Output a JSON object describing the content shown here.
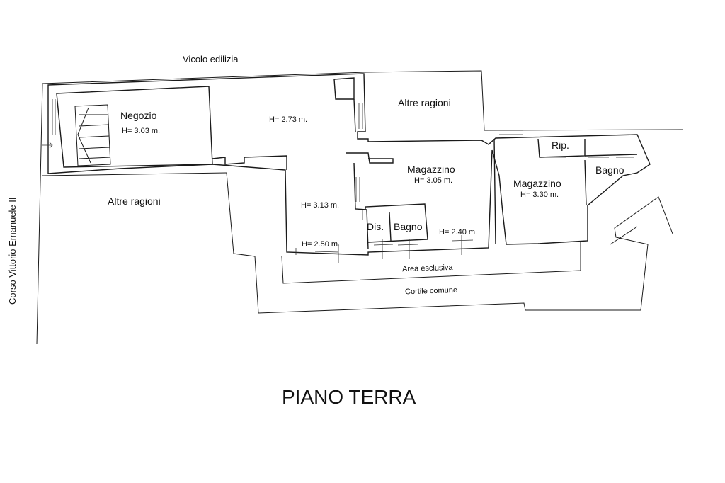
{
  "streets": {
    "north": "Vicolo edilizia",
    "west": "Corso Vittorio Emanuele II"
  },
  "rooms": {
    "negozio": {
      "name": "Negozio",
      "height": "H= 3.03 m."
    },
    "central_top": {
      "height": "H= 2.73 m."
    },
    "central_low": {
      "height": "H= 3.13 m."
    },
    "low_bay": {
      "height": "H= 2.50 m."
    },
    "magazzino1": {
      "name": "Magazzino",
      "height": "H= 3.05 m."
    },
    "magazzino2": {
      "name": "Magazzino",
      "height": "H= 3.30 m."
    },
    "dis": {
      "name": "Dis."
    },
    "bagno1": {
      "name": "Bagno"
    },
    "bagno2": {
      "name": "Bagno"
    },
    "rip": {
      "name": "Rip."
    },
    "corridor": {
      "height": "H= 2.40 m."
    }
  },
  "areas": {
    "altre_ragioni_north": "Altre ragioni",
    "altre_ragioni_west": "Altre ragioni",
    "area_esclusiva": "Area esclusiva",
    "cortile_comune": "Cortile comune"
  },
  "title": "PIANO TERRA"
}
